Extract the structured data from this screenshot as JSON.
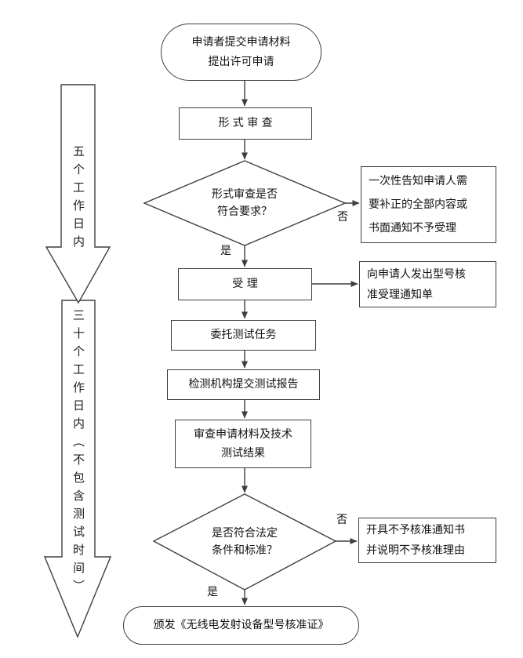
{
  "flowchart": {
    "nodes": {
      "start": {
        "lines": [
          "申请者提交申请材料",
          "提出许可申请"
        ]
      },
      "formal_review": {
        "label": "形 式 审 查"
      },
      "decision_formal": {
        "lines": [
          "形式审查是否",
          "符合要求？"
        ]
      },
      "notify_correction": {
        "lines": [
          "一次性告知申请人需",
          "要补正的全部内容或",
          "书面通知不予受理"
        ]
      },
      "accept": {
        "label": "受 理"
      },
      "acceptance_notice": {
        "lines": [
          "向申请人发出型号核",
          "准受理通知单"
        ]
      },
      "entrust_test": {
        "label": "委托测试任务"
      },
      "test_report": {
        "label": "检测机构提交测试报告"
      },
      "review_results": {
        "lines": [
          "审查申请材料及技术",
          "测试结果"
        ]
      },
      "decision_legal": {
        "lines": [
          "是否符合法定",
          "条件和标准？"
        ]
      },
      "reject_notice": {
        "lines": [
          "开具不予核准通知书",
          "并说明不予核准理由"
        ]
      },
      "issue_certificate": {
        "label": "颁发《无线电发射设备型号核准证》"
      }
    },
    "edge_labels": {
      "formal_yes": "是",
      "formal_no": "否",
      "legal_yes": "是",
      "legal_no": "否"
    },
    "timelines": {
      "five_days": "五个工作日内",
      "thirty_days": "三十个工作日内（不包含测试时间）"
    },
    "colors": {
      "line": "#3e3e3e",
      "text": "#111111",
      "background": "#ffffff"
    }
  }
}
